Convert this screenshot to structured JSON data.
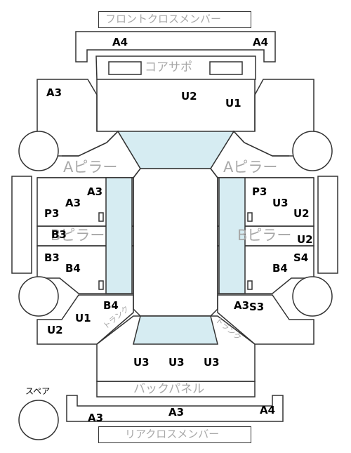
{
  "colors": {
    "line": "#333333",
    "glass": "#d6ecf2",
    "label_gray": "#a8a8a8"
  },
  "parts": {
    "front_cross_member": "フロントクロスメンバー",
    "core_support": "コアサポ",
    "a_pillar": "Aピラー",
    "b_pillar": "Bピラー",
    "back_panel": "バックパネル",
    "rear_cross_member": "リアクロスメンバー",
    "spare": "スペア",
    "trunk_left": "トランク",
    "trunk_right": "トランク"
  },
  "grades": {
    "front_member_left": "A4",
    "front_member_right": "A4",
    "fender_front_left": "A3",
    "hood_u2": "U2",
    "hood_u1": "U1",
    "door_fl_a3_top": "A3",
    "door_fl_a3": "A3",
    "door_fl_p3": "P3",
    "door_fr_p3": "P3",
    "door_fr_u3": "U3",
    "door_fr_u2": "U2",
    "b_pillar_left": "B3",
    "b_pillar_right": "U2",
    "door_rl_b3": "B3",
    "door_rl_b4": "B4",
    "door_rr_b4": "B4",
    "door_rr_s4": "S4",
    "rear_l_b4": "B4",
    "rear_l_u1": "U1",
    "rear_l_u2": "U2",
    "rear_r_a3": "A3",
    "rear_r_s3": "S3",
    "trunk_u3_1": "U3",
    "trunk_u3_2": "U3",
    "trunk_u3_3": "U3",
    "rear_member_a3_left": "A3",
    "rear_member_a3_center": "A3",
    "rear_member_a4_right": "A4"
  }
}
